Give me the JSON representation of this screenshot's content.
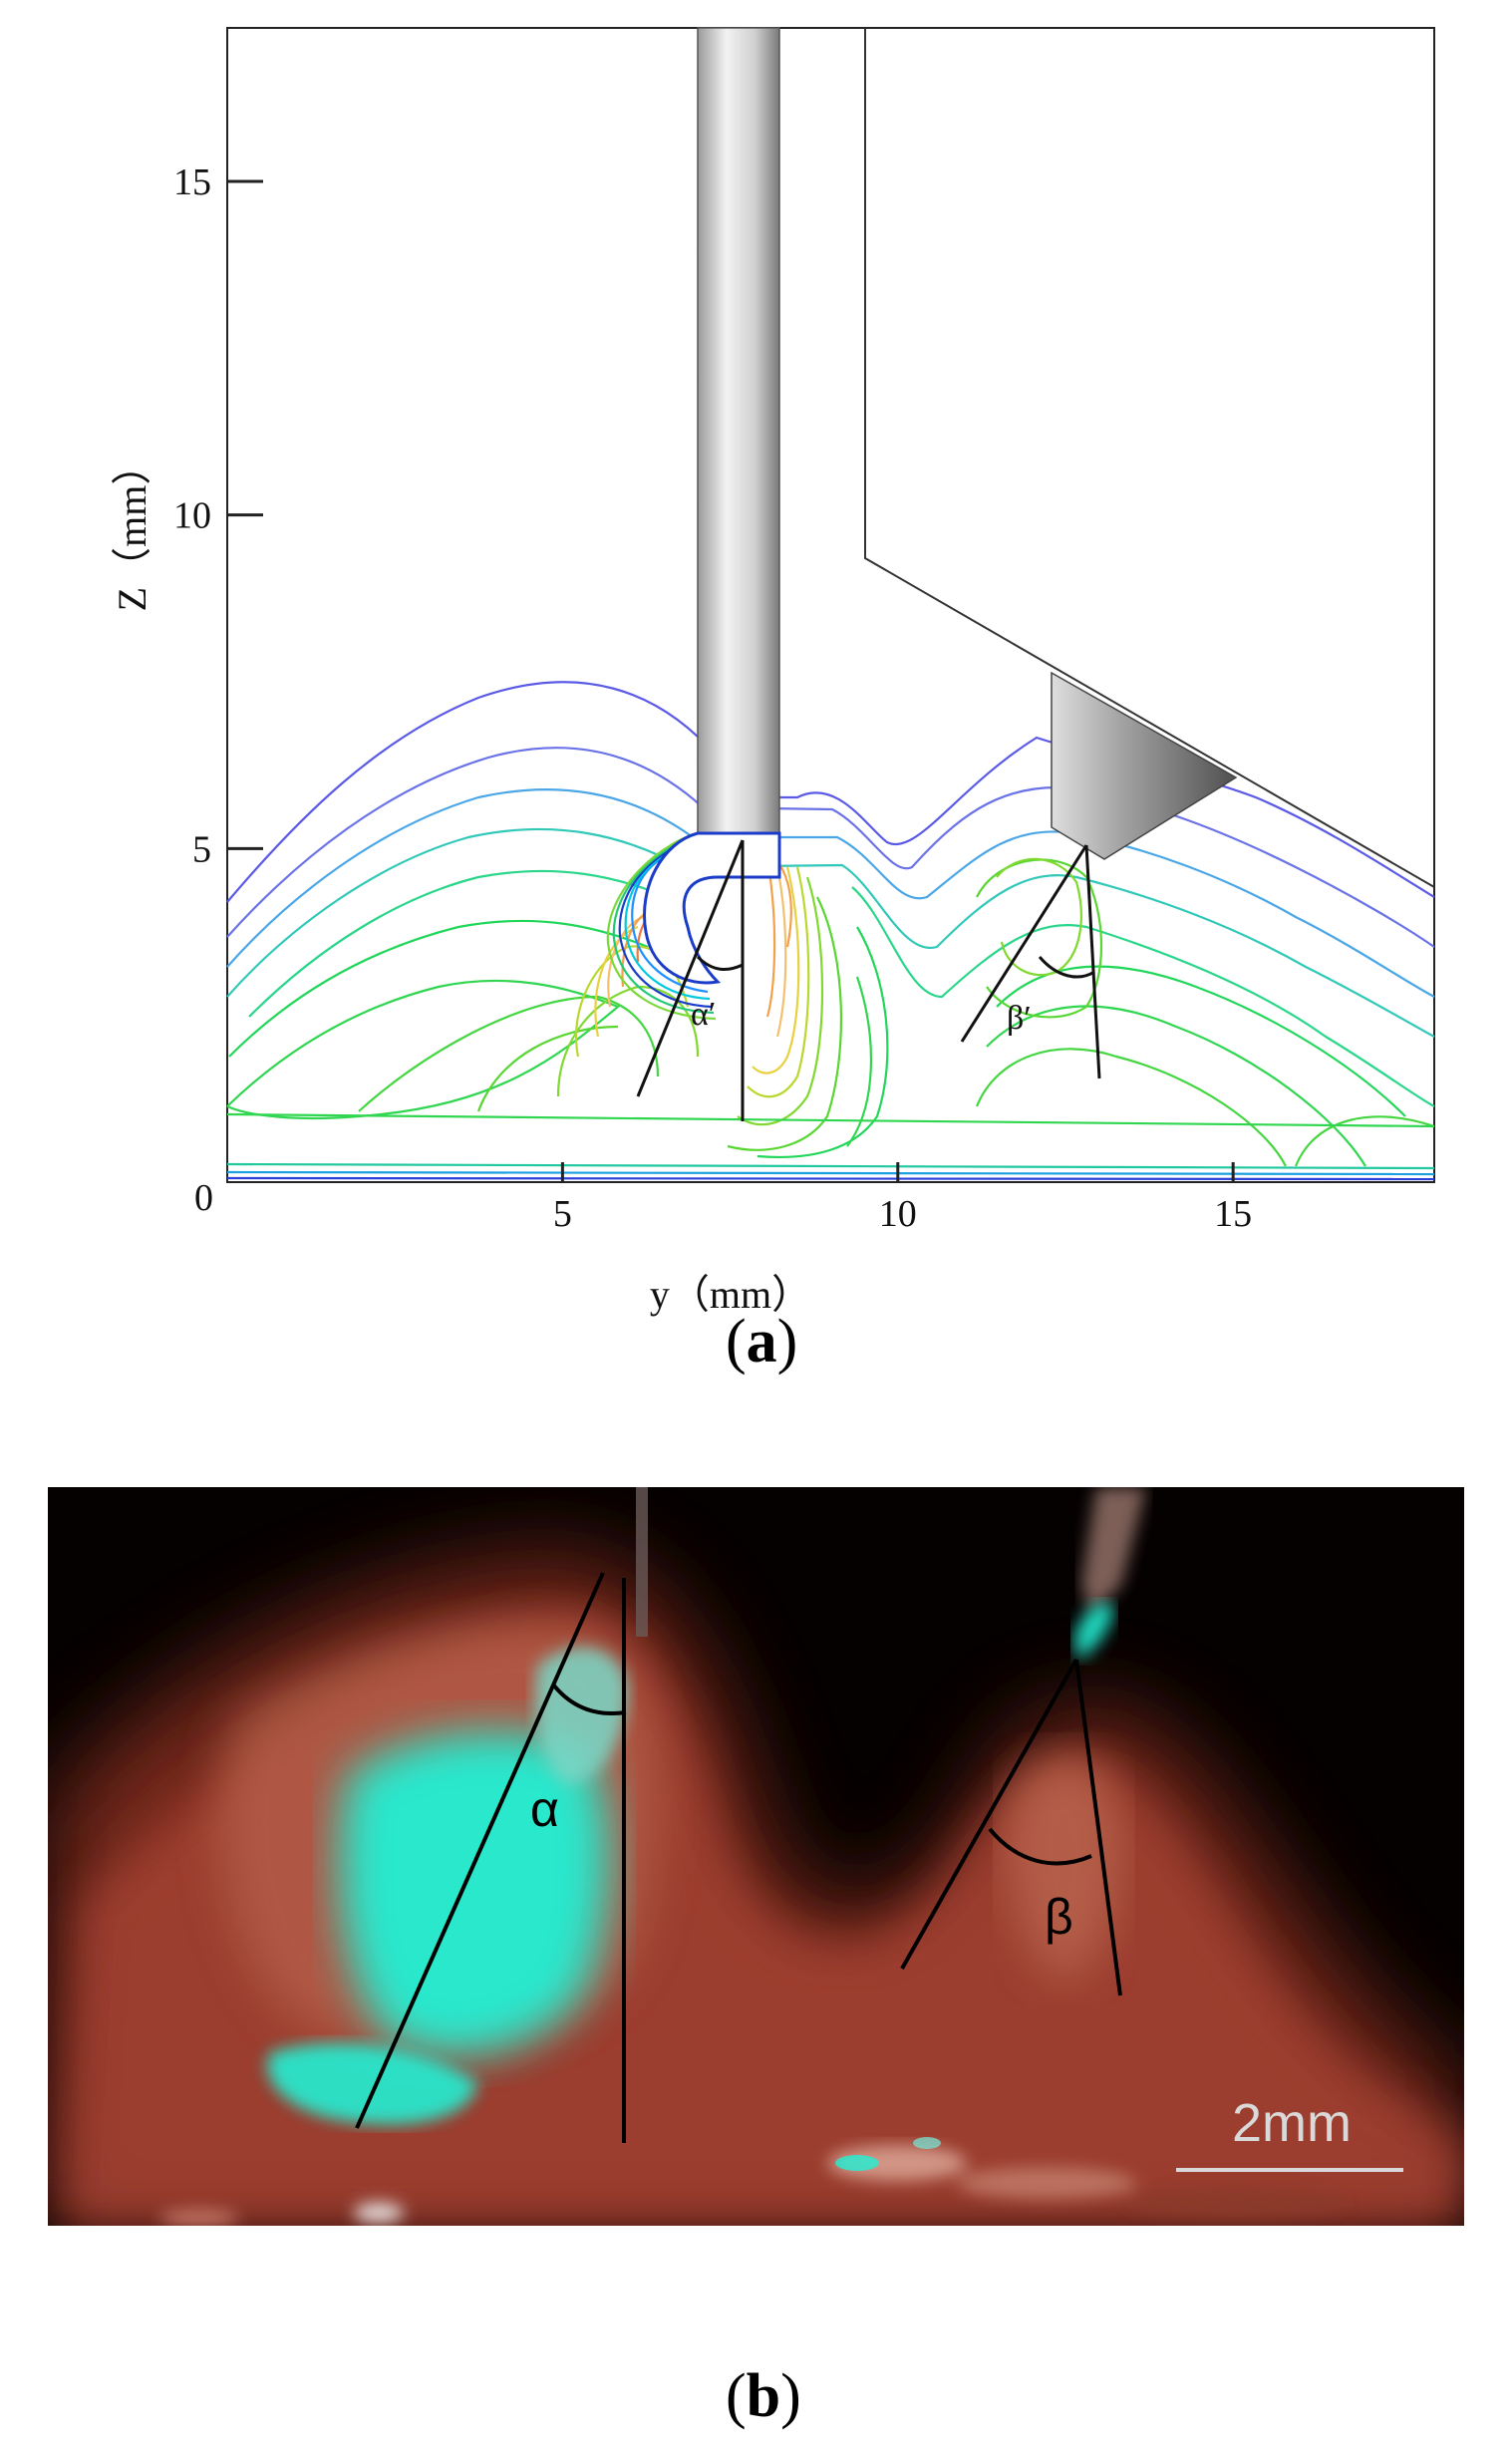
{
  "panel_a": {
    "chart_data": {
      "type": "contour",
      "xlabel": "y（mm）",
      "ylabel": "Z（mm）",
      "xlim": [
        0,
        18
      ],
      "ylim": [
        0,
        17.3
      ],
      "x_ticks": [
        "5",
        "10",
        "15"
      ],
      "y_ticks": [
        "5",
        "10",
        "15"
      ],
      "origin_label": "0",
      "annotations": [
        "α′",
        "β′"
      ]
    },
    "caption_letter": "a"
  },
  "panel_b": {
    "labels": [
      "α",
      "β"
    ],
    "scale_bar": "2mm",
    "caption_letter": "b"
  },
  "colors": {
    "contour_outer": "#4a5ee8",
    "contour_mid": "#22d65a",
    "contour_inner": "#f3a04a",
    "glow_cyan": "#22f0d4",
    "glow_red": "#a04030"
  }
}
